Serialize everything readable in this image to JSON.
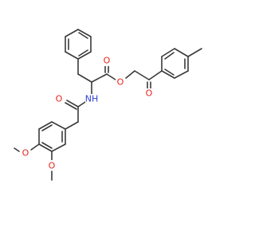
{
  "molecule": {
    "colors": {
      "bond": "#3a3a3a",
      "oxygen": "#e8231b",
      "nitrogen": "#2f3fd6",
      "background": "#ffffff"
    },
    "atom_labels": {
      "O_ester_carbonyl": "O",
      "O_ester_single": "O",
      "O_ketone": "O",
      "NH": "NH",
      "O_amide": "O",
      "O_methoxy_3": "O",
      "O_methoxy_4": "O"
    }
  }
}
